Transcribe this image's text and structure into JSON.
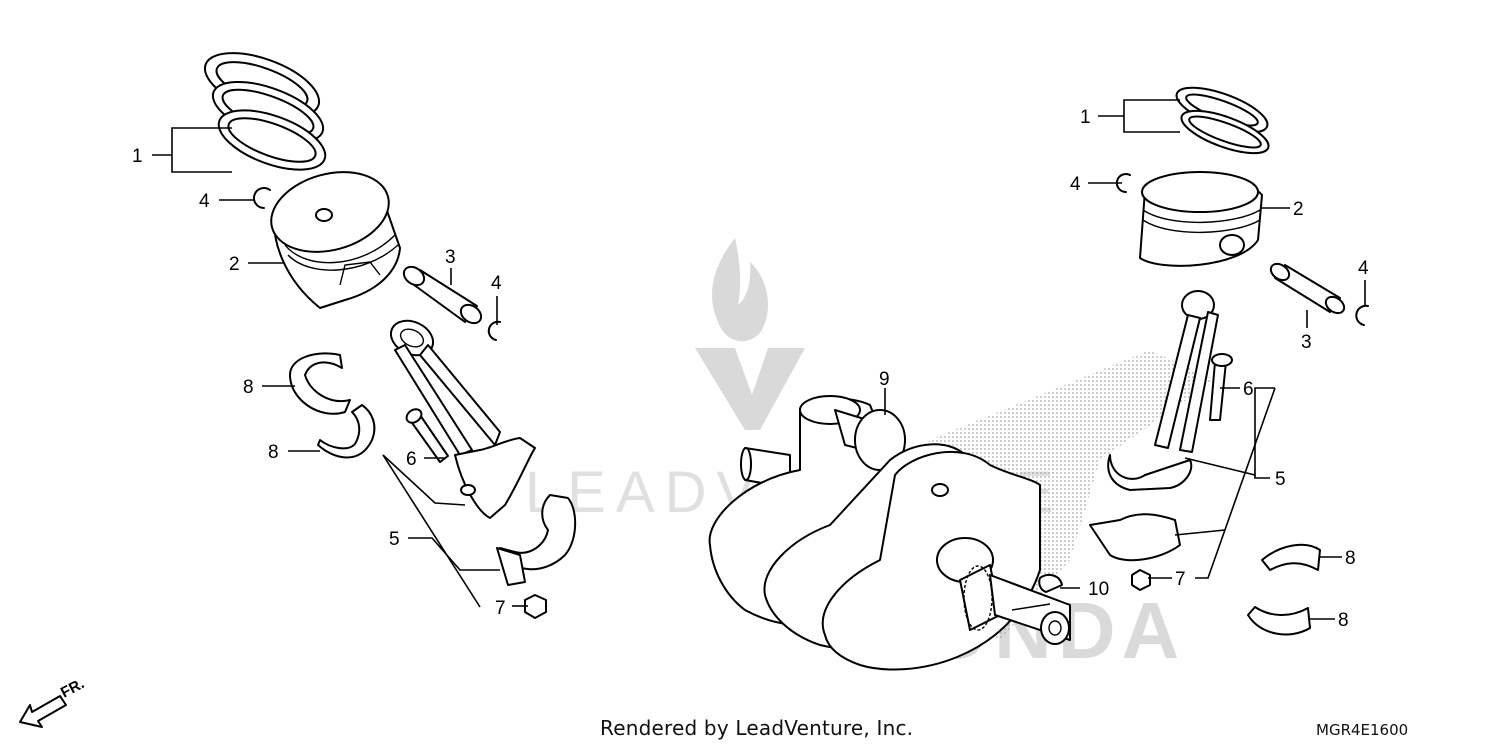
{
  "footer": {
    "credit": "Rendered by LeadVenture, Inc.",
    "diagram_code": "MGR4E1600"
  },
  "front_indicator": "FR.",
  "watermark": {
    "brand_text": "LEADVENTURE",
    "logo_text": "HONDA"
  },
  "callouts": {
    "left": {
      "piston_rings": "1",
      "piston": "2",
      "piston_pin": "3",
      "pin_clip_upper": "4",
      "pin_clip_lower": "4",
      "conrod_assembly": "5",
      "conrod_bolt": "6",
      "conrod_nut": "7",
      "bearing_upper": "8",
      "bearing_lower": "8"
    },
    "center": {
      "crankshaft": "9",
      "woodruff_key": "10"
    },
    "right": {
      "piston_rings": "1",
      "piston": "2",
      "piston_pin": "3",
      "pin_clip_left": "4",
      "pin_clip_right": "4",
      "conrod_assembly": "5",
      "conrod_bolt": "6",
      "conrod_nut": "7",
      "bearing_upper": "8",
      "bearing_lower": "8"
    }
  }
}
